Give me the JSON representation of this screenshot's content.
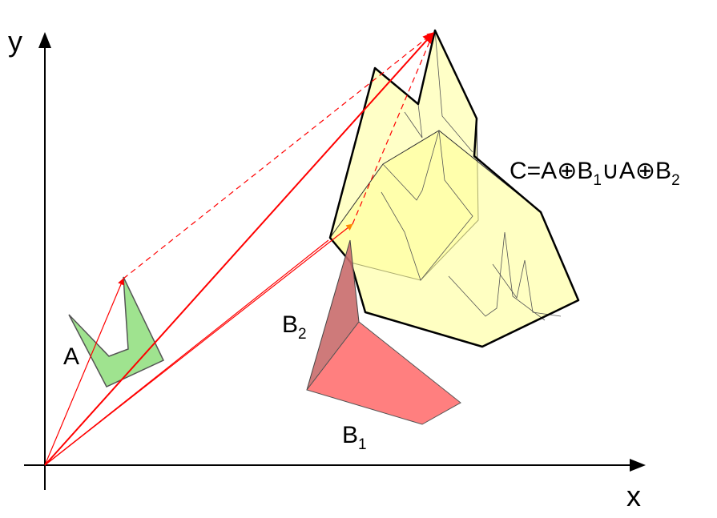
{
  "axes": {
    "x_label": "x",
    "y_label": "y"
  },
  "shapes": {
    "A": {
      "label": "A",
      "color": "#9fe38f"
    },
    "B1": {
      "label": "B",
      "subscript": "1",
      "color": "#ff7f7f"
    },
    "B2": {
      "label": "B",
      "subscript": "2",
      "color": "#c96b6b"
    },
    "C": {
      "color": "#ffff99"
    }
  },
  "formula": {
    "C_part": "C=A",
    "oplus1": "⊕",
    "B1_part": "B",
    "sub1": "1",
    "cup": "∪A",
    "oplus2": "⊕",
    "B2_part": "B",
    "sub2": "2"
  },
  "colors": {
    "vector": "#ff0000",
    "outline": "#000000"
  }
}
